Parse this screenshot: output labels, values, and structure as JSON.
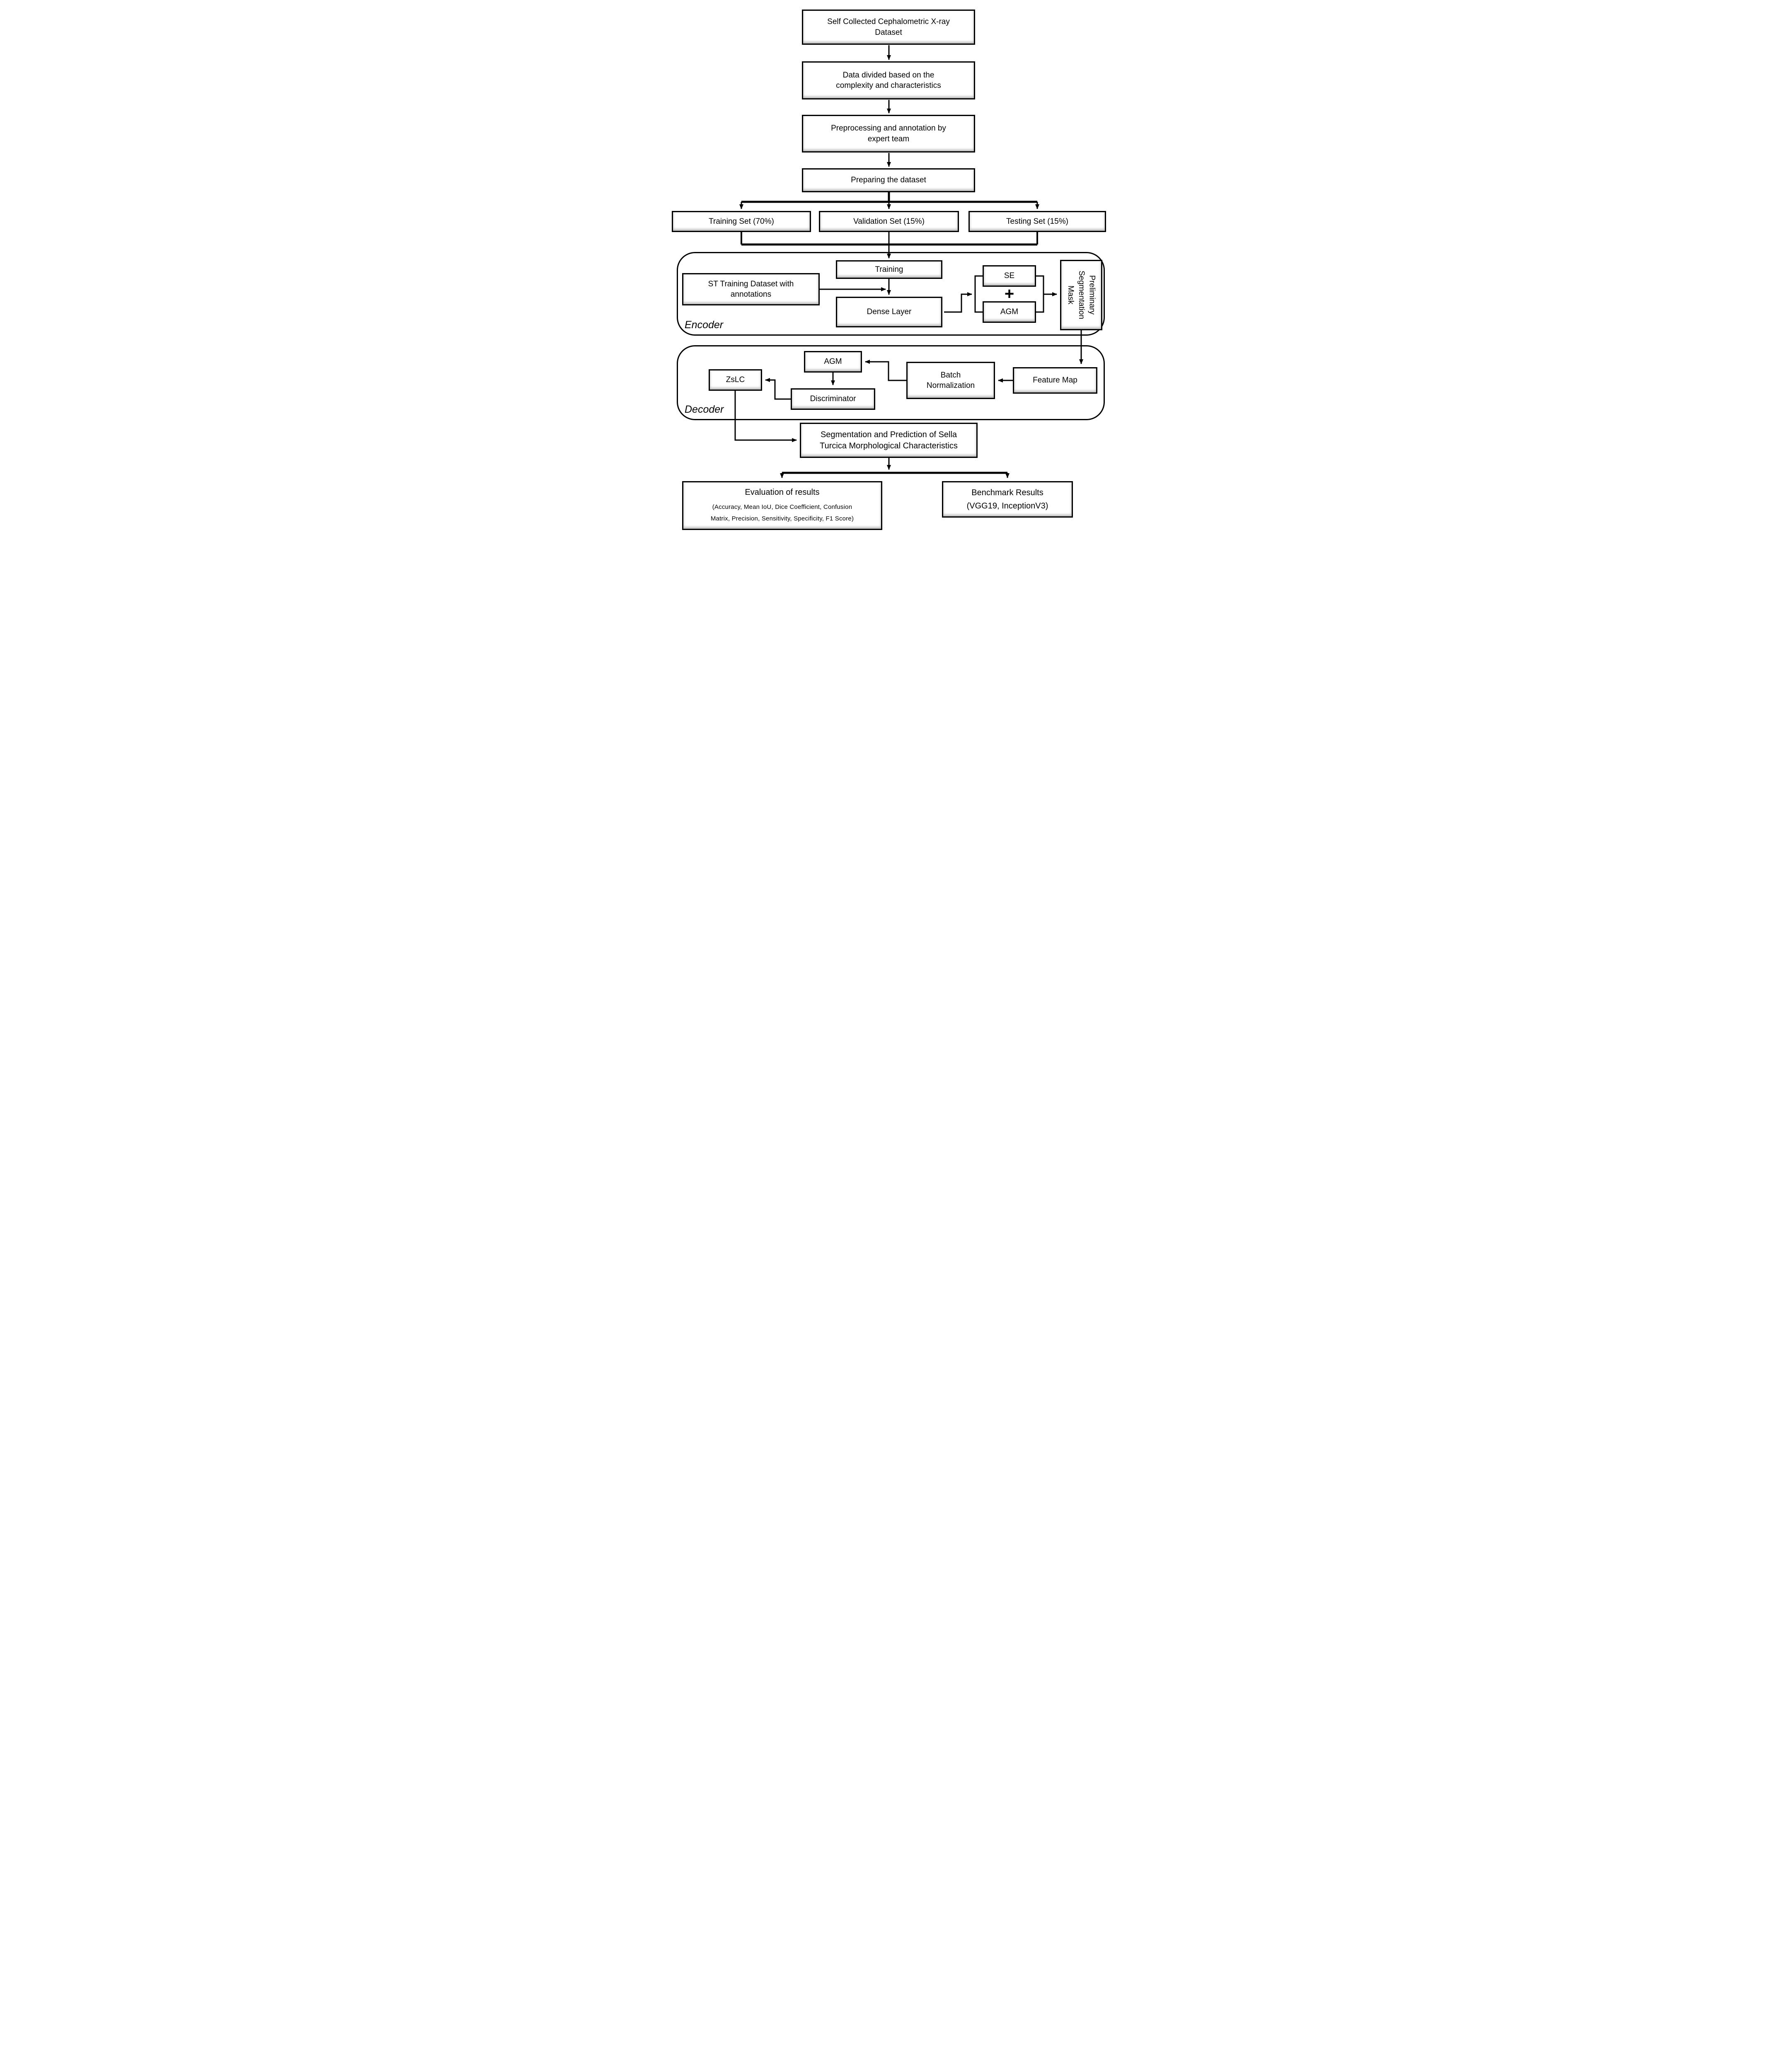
{
  "colors": {
    "ink": "#000000",
    "box_fill": "#ffffff",
    "bevel": "#b9b9b9"
  },
  "flowchart": {
    "nodes": {
      "dataset": "Self Collected Cephalometric X-ray\nDataset",
      "data_divided": "Data divided based on the\ncomplexity and characteristics",
      "preprocessing": "Preprocessing and annotation by\nexpert team",
      "preparing": "Preparing the dataset",
      "training_set": "Training Set (70%)",
      "validation_set": "Validation Set (15%)",
      "testing_set": "Testing Set (15%)",
      "training": "Training",
      "st_dataset": "ST Training Dataset with\nannotations",
      "dense_layer": "Dense Layer",
      "se": "SE",
      "plus": "+",
      "agm_encoder": "AGM",
      "preliminary_mask": "Preliminary\nSegmentation\nMask",
      "agm_decoder": "AGM",
      "feature_map": "Feature Map",
      "batch_normalization": "Batch\nNormalization",
      "zslc": "ZsLC",
      "discriminator": "Discriminator",
      "segmentation_prediction": "Segmentation and Prediction of Sella\nTurcica Morphological Characteristics",
      "evaluation_title": "Evaluation of results",
      "evaluation_details": "(Accuracy, Mean IoU, Dice Coefficient, Confusion\nMatrix, Precision, Sensitivity, Specificity, F1 Score)",
      "benchmark": "Benchmark Results\n(VGG19, InceptionV3)"
    },
    "containers": {
      "encoder": "Encoder",
      "decoder": "Decoder"
    }
  }
}
